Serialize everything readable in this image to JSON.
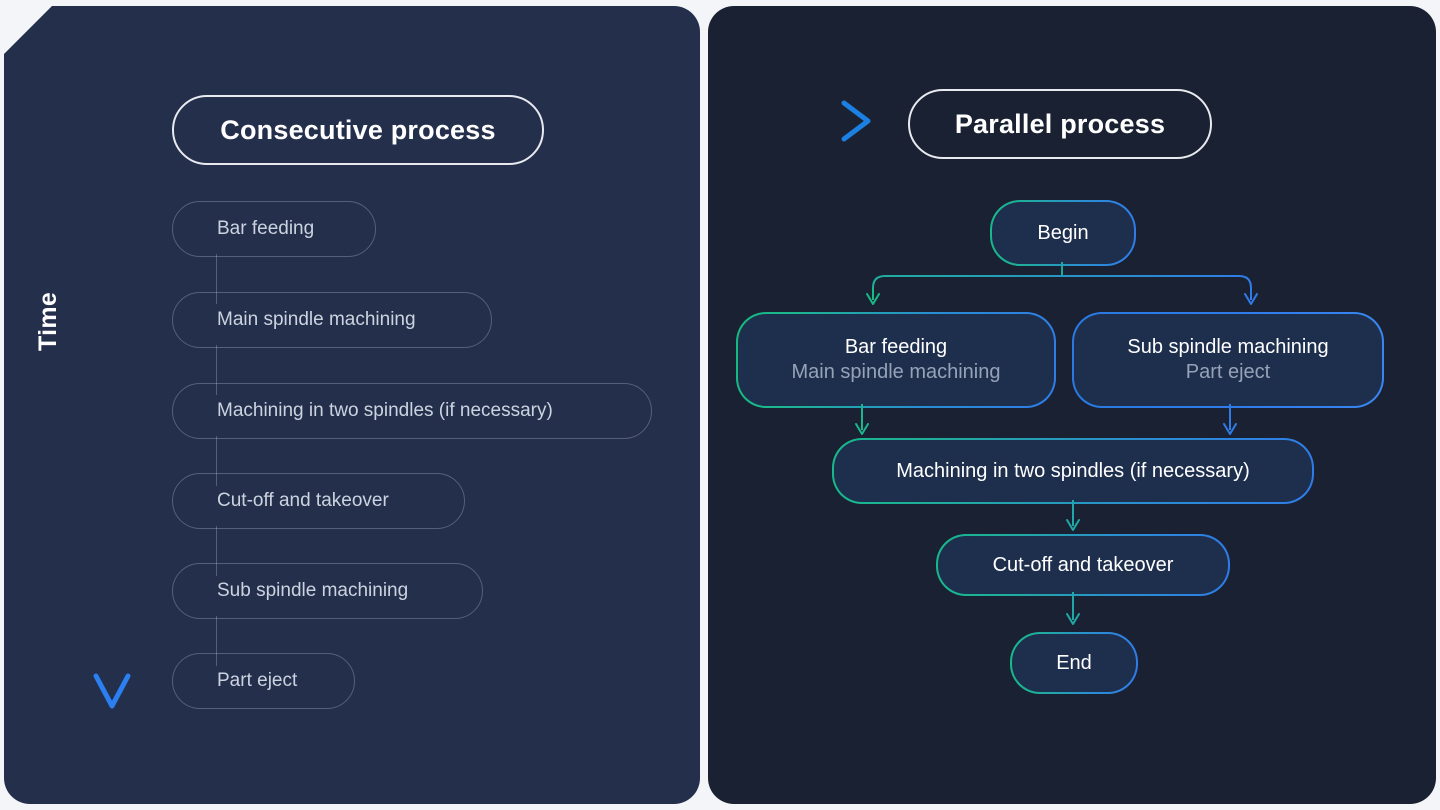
{
  "page": {
    "background": "#f4f5f8",
    "left_panel_bg": "#242f4c",
    "right_panel_bg": "#1a2132",
    "accent_green": "#17b98a",
    "accent_blue": "#2f7ce8",
    "accent_teal": "#1fae9c"
  },
  "left_panel": {
    "title": "Consecutive process",
    "axis_label": "Time",
    "axis_direction": "downward",
    "steps": [
      {
        "label": "Bar feeding"
      },
      {
        "label": "Main spindle machining"
      },
      {
        "label": "Machining in two spindles (if necessary)"
      },
      {
        "label": "Cut-off and takeover"
      },
      {
        "label": "Sub spindle machining"
      },
      {
        "label": "Part eject"
      }
    ]
  },
  "connector_arrow": {
    "name": "consecutive-to-parallel-arrow",
    "direction": "right",
    "gradient_from": "#17b98a",
    "gradient_to": "#1c7fe0"
  },
  "right_panel": {
    "title": "Parallel process",
    "nodes": [
      {
        "id": "begin",
        "title": "Begin",
        "sub": "",
        "border": "gradient-teal-blue"
      },
      {
        "id": "branch-left",
        "title": "Bar feeding",
        "sub": "Main spindle machining",
        "border": "gradient-green-blue"
      },
      {
        "id": "branch-right",
        "title": "Sub spindle machining",
        "sub": "Part eject",
        "border": "blue"
      },
      {
        "id": "merge",
        "title": "Machining in two spindles (if necessary)",
        "sub": "",
        "border": "gradient-teal-blue"
      },
      {
        "id": "cutoff",
        "title": "Cut-off and takeover",
        "sub": "",
        "border": "gradient-teal-blue"
      },
      {
        "id": "end",
        "title": "End",
        "sub": "",
        "border": "gradient-teal-blue"
      }
    ]
  }
}
